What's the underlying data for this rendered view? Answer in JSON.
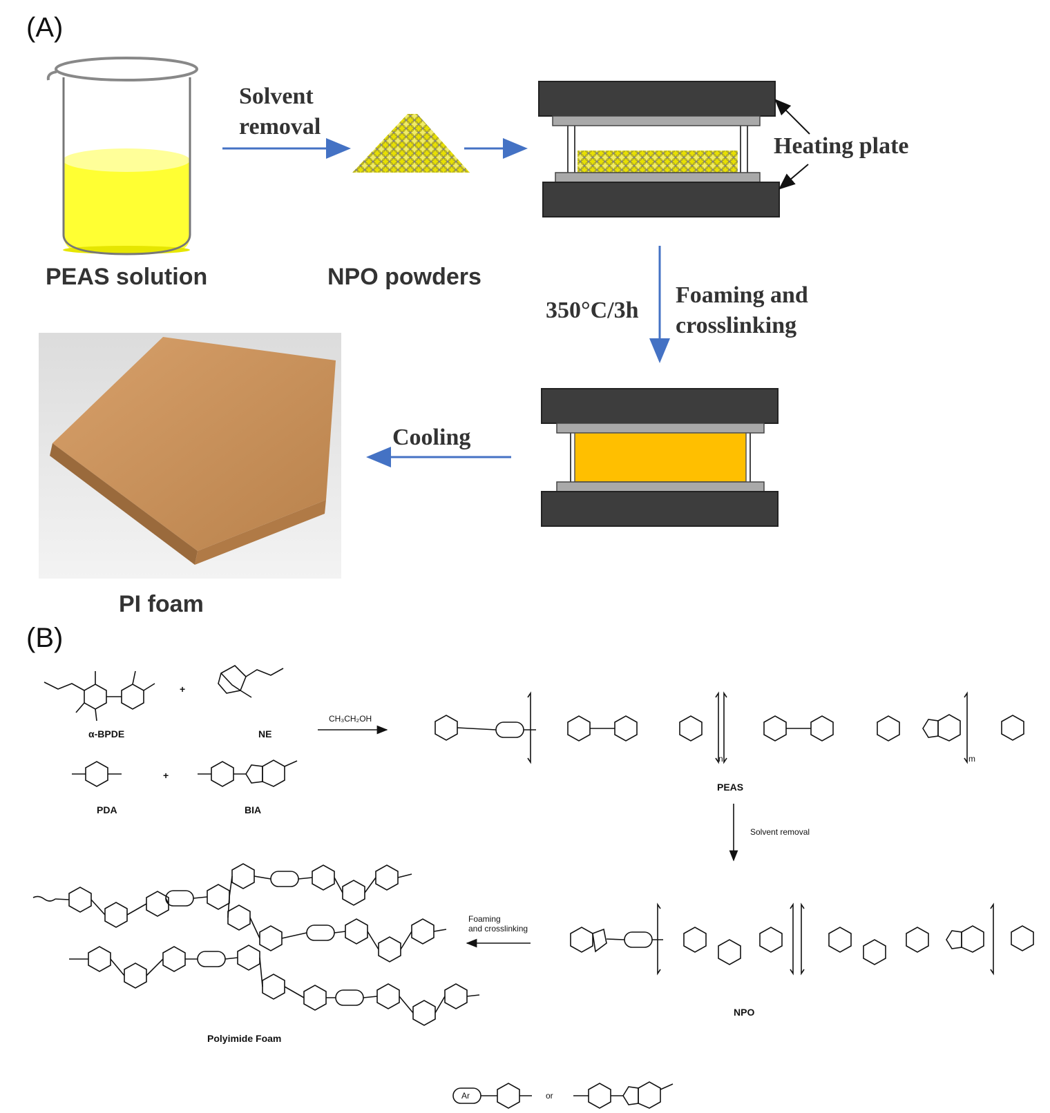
{
  "panelA": {
    "label": "(A)",
    "arrow_solvent": "Solvent\nremoval",
    "heating_plate": "Heating plate",
    "temp": "350°C/3h",
    "foaming": "Foaming and\ncrosslinking",
    "cooling": "Cooling",
    "peas_solution": "PEAS solution",
    "npo_powders": "NPO powders",
    "pi_foam": "PI foam"
  },
  "panelB": {
    "label": "(B)",
    "bpde": "α-BPDE",
    "ne": "NE",
    "pda": "PDA",
    "bia": "BIA",
    "plus1": "+",
    "plus2": "+",
    "solvent_reagent": "CH₃CH₂OH",
    "peas": "PEAS",
    "solvent_removal": "Solvent removal",
    "npo": "NPO",
    "foaming_small": "Foaming\nand crosslinking",
    "polyimide_foam": "Polyimide Foam",
    "ar": "Ar",
    "or": "or",
    "n_sub": "n",
    "m_sub": "m"
  },
  "colors": {
    "arrow_blue": "#4472c4",
    "press_dark": "#3d3d3d",
    "press_grey": "#a9a9a9",
    "solution_yellow": "#ffff33",
    "powder_yellow": "#e8e000",
    "foam_orange": "#ffbf00",
    "foam_tan": "#c8915a"
  }
}
